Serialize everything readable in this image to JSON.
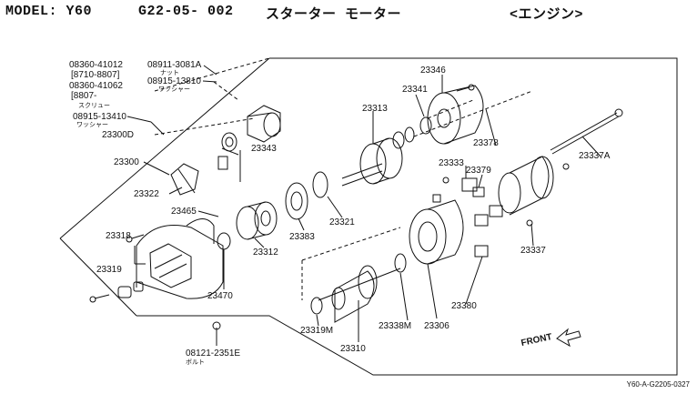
{
  "header": {
    "model": "MODEL: Y60",
    "code": "G22-05- 002",
    "title": "スターター モーター",
    "section": "<エンジン>"
  },
  "doc_ref": "Y60-A-G2205-0327",
  "front_label": "FRONT",
  "parts": [
    {
      "id": "p1",
      "text": "08360-41012"
    },
    {
      "id": "p2",
      "text": "[8710-8807]"
    },
    {
      "id": "p3",
      "text": "08360-41062"
    },
    {
      "id": "p4",
      "text": "[8807-"
    },
    {
      "id": "p5",
      "text": "スクリュー"
    },
    {
      "id": "p6",
      "text": "08915-13410"
    },
    {
      "id": "p7",
      "text": "ワッシャー"
    },
    {
      "id": "p8",
      "text": "23300D"
    },
    {
      "id": "p9",
      "text": "08911-3081A"
    },
    {
      "id": "p10",
      "text": "ナット"
    },
    {
      "id": "p11",
      "text": "08915-13810"
    },
    {
      "id": "p12",
      "text": "ワッシャー"
    },
    {
      "id": "p13",
      "text": "23343"
    },
    {
      "id": "p14",
      "text": "23300"
    },
    {
      "id": "p15",
      "text": "23322"
    },
    {
      "id": "p16",
      "text": "23465"
    },
    {
      "id": "p17",
      "text": "23318"
    },
    {
      "id": "p18",
      "text": "23319"
    },
    {
      "id": "p19",
      "text": "23470"
    },
    {
      "id": "p20",
      "text": "23312"
    },
    {
      "id": "p21",
      "text": "23383"
    },
    {
      "id": "p22",
      "text": "23313"
    },
    {
      "id": "p23",
      "text": "23321"
    },
    {
      "id": "p24",
      "text": "23346"
    },
    {
      "id": "p25",
      "text": "23341"
    },
    {
      "id": "p26",
      "text": "23378"
    },
    {
      "id": "p27",
      "text": "23333"
    },
    {
      "id": "p28",
      "text": "23379"
    },
    {
      "id": "p29",
      "text": "23337A"
    },
    {
      "id": "p30",
      "text": "23337"
    },
    {
      "id": "p31",
      "text": "23380"
    },
    {
      "id": "p32",
      "text": "23306"
    },
    {
      "id": "p33",
      "text": "23338M"
    },
    {
      "id": "p34",
      "text": "23319M"
    },
    {
      "id": "p35",
      "text": "23310"
    },
    {
      "id": "p36",
      "text": "08121-2351E"
    },
    {
      "id": "p37",
      "text": "ボルト"
    }
  ]
}
